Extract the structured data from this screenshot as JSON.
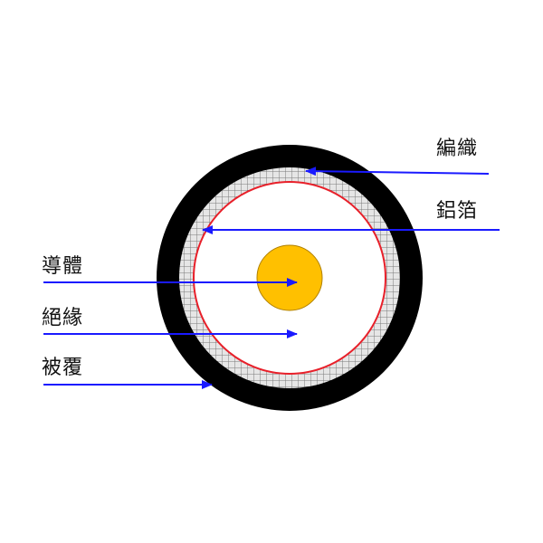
{
  "labels": {
    "braid": "編織",
    "foil": "鋁箔",
    "conductor": "導體",
    "insulation": "絕緣",
    "jacket": "被覆"
  },
  "colors": {
    "jacket": "#000000",
    "braid_background": "#e6e6e6",
    "braid_mesh": "#7a7a7a",
    "foil": "#e8202a",
    "insulation": "#ffffff",
    "conductor": "#ffc000",
    "arrow": "#1a1aff"
  }
}
